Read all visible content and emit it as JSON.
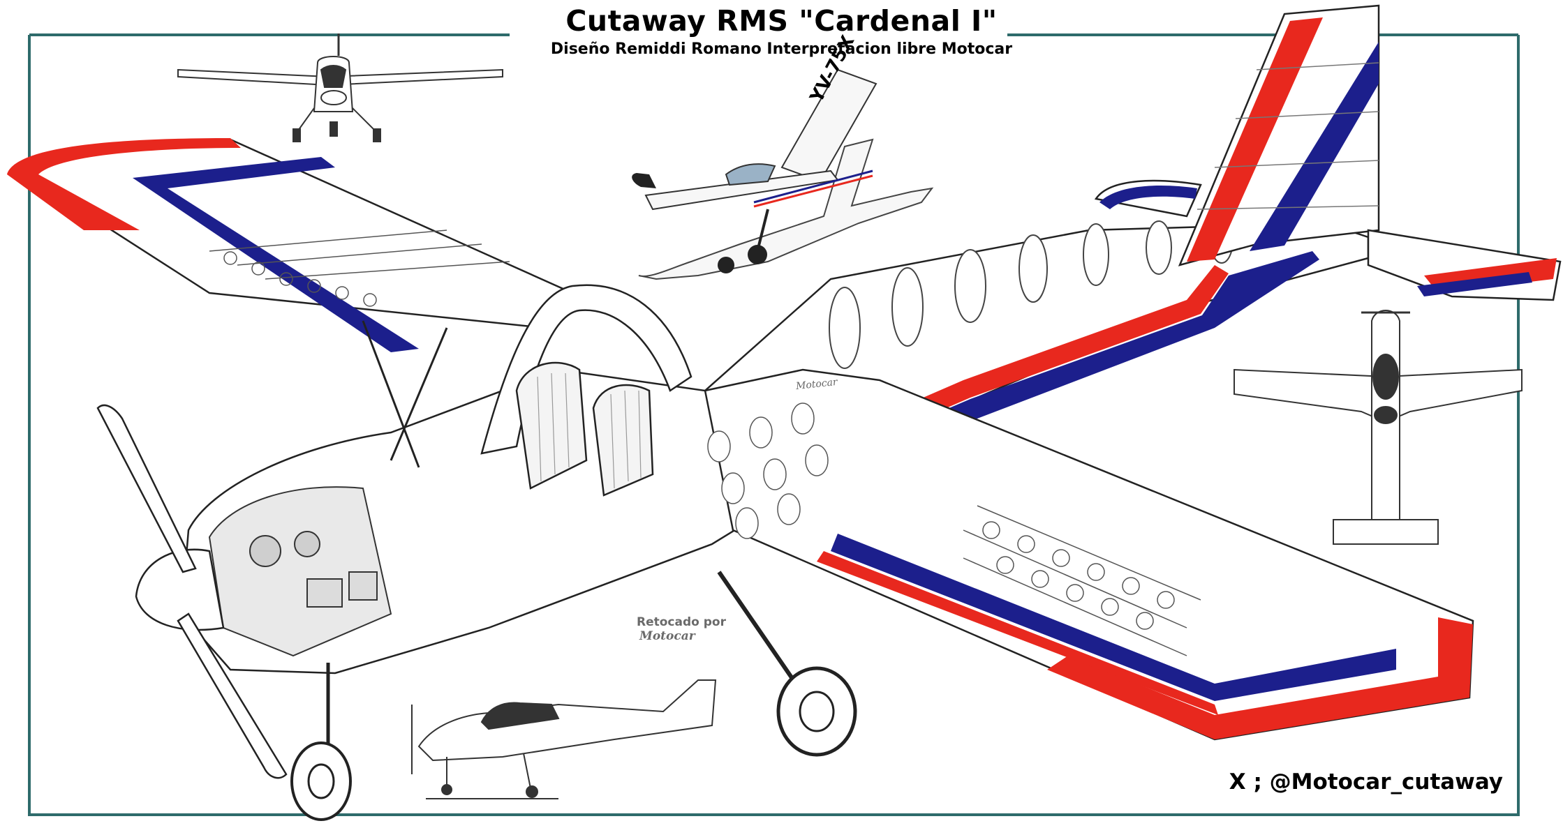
{
  "header": {
    "title": "Cutaway RMS \"Cardenal I\"",
    "subtitle": "Diseño Remiddi Romano  Interpretacion libre Motocar"
  },
  "credits": {
    "retouch_line1": "Retocado por",
    "retouch_line2": "Motocar",
    "watermark": "Motocar",
    "handle": "X ; @Motocar_cutaway"
  },
  "photo": {
    "registration": "YV-75X"
  },
  "colors": {
    "frame": "#2e6b6b",
    "red": "#e8281e",
    "blue": "#1c1f8c",
    "ink": "#222222"
  },
  "icons": {
    "main": "airplane-cutaway-illustration",
    "front_view": "airplane-front-view-icon",
    "top_view": "airplane-top-view-icon",
    "side_view": "airplane-side-view-icon",
    "photo": "airplane-photo-icon"
  }
}
